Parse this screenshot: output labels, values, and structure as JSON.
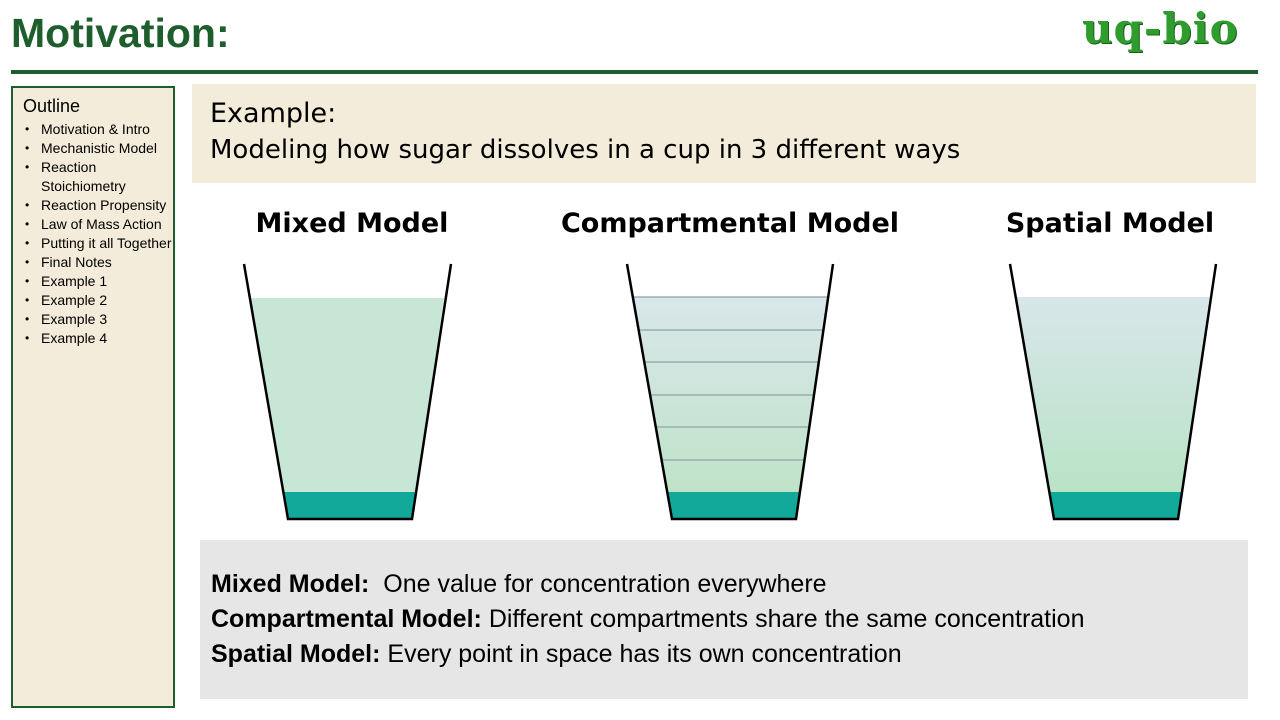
{
  "header": {
    "title": "Motivation:",
    "logo_text": "uq-bio"
  },
  "outline": {
    "title": "Outline",
    "items": [
      "Motivation & Intro",
      "Mechanistic Model",
      "Reaction Stoichiometry",
      "Reaction Propensity",
      "Law of Mass Action",
      "Putting it all Together",
      "Final Notes",
      "Example 1",
      "Example 2",
      "Example 3",
      "Example 4"
    ]
  },
  "example": {
    "heading": "Example:",
    "text": "Modeling how sugar dissolves in a cup in 3 different ways"
  },
  "models": {
    "mixed": "Mixed Model",
    "compartmental": "Compartmental Model",
    "spatial": "Spatial Model"
  },
  "descriptions": {
    "mixed_label": "Mixed Model:",
    "mixed_text": "One value for concentration everywhere",
    "compartmental_label": "Compartmental Model:",
    "compartmental_text": "Different compartments share the same concentration",
    "spatial_label": "Spatial Model:",
    "spatial_text": "Every point in space has its own concentration"
  },
  "colors": {
    "brand_green": "#1e5e2d",
    "panel_beige": "#f3ecda",
    "liquid_mixed": "#c8e6d6",
    "sugar_teal": "#12a89a",
    "description_bg": "#e6e6e7"
  }
}
